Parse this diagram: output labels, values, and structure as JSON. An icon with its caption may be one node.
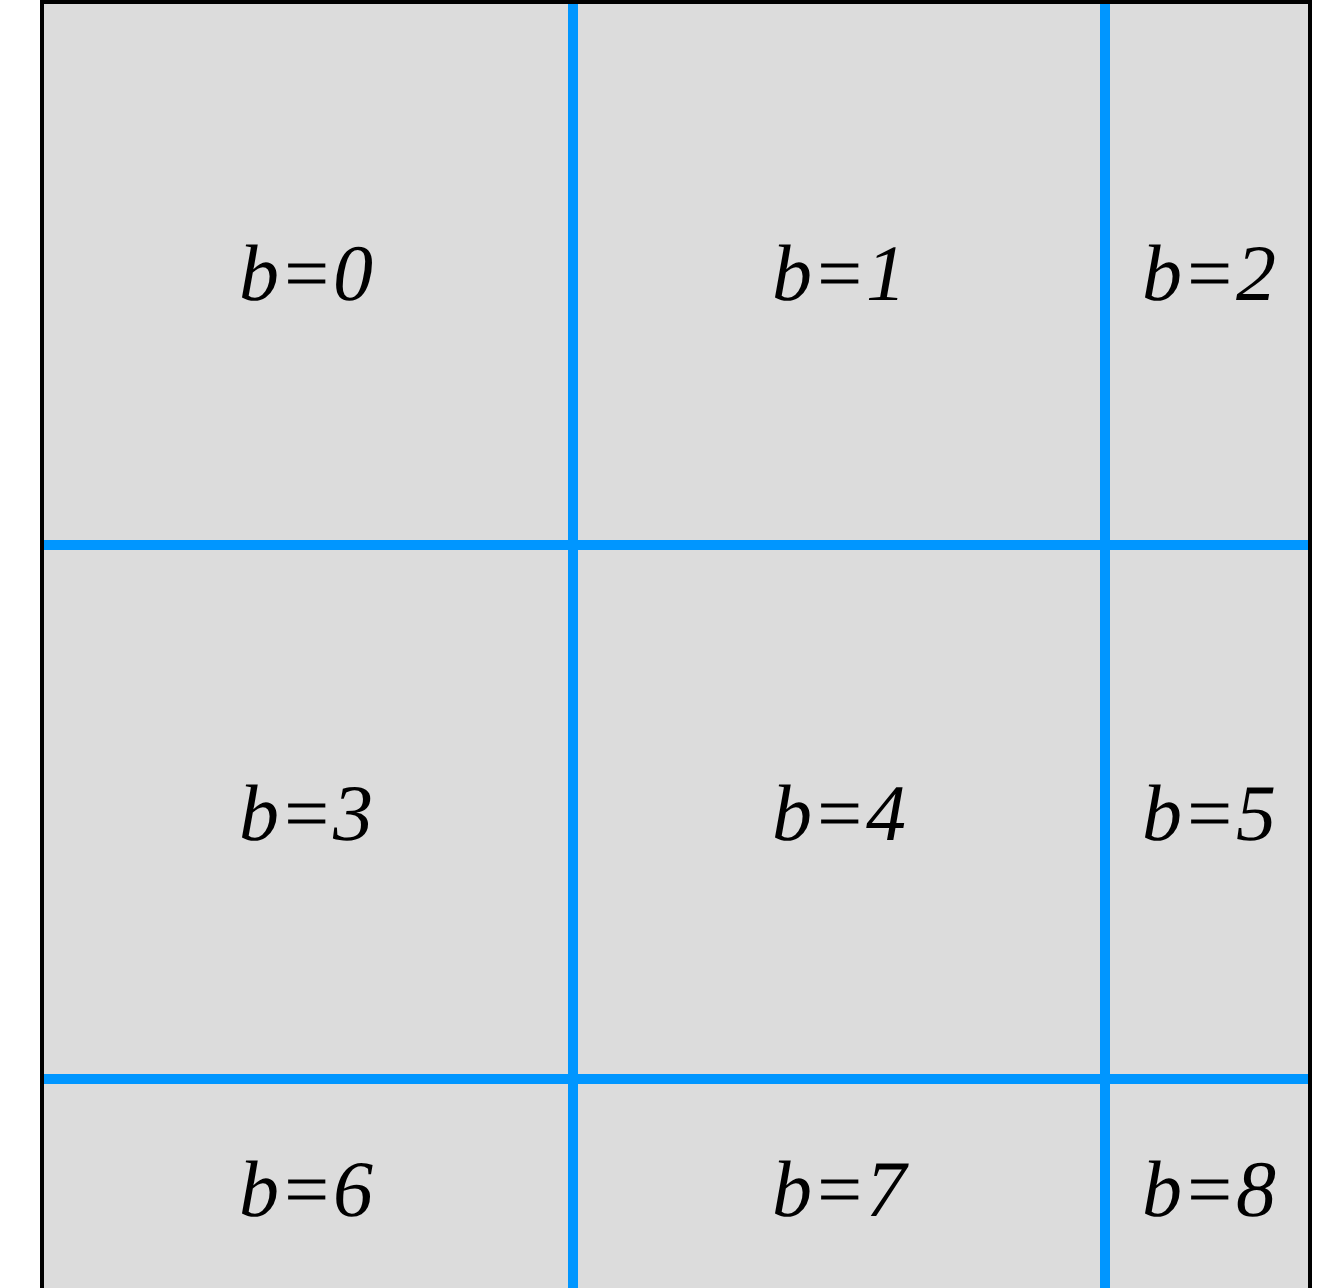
{
  "diagram": {
    "nodes": [
      {
        "text": [
          "b=0"
        ]
      },
      {
        "text": [
          "b=1"
        ]
      },
      {
        "text": [
          "b=2"
        ]
      },
      {
        "text": [
          "b=3"
        ]
      },
      {
        "text": [
          "b=4"
        ]
      },
      {
        "text": [
          "b=5"
        ]
      },
      {
        "text": [
          "b=6"
        ]
      },
      {
        "text": [
          "b=7"
        ]
      },
      {
        "text": [
          "b=8"
        ]
      }
    ]
  }
}
